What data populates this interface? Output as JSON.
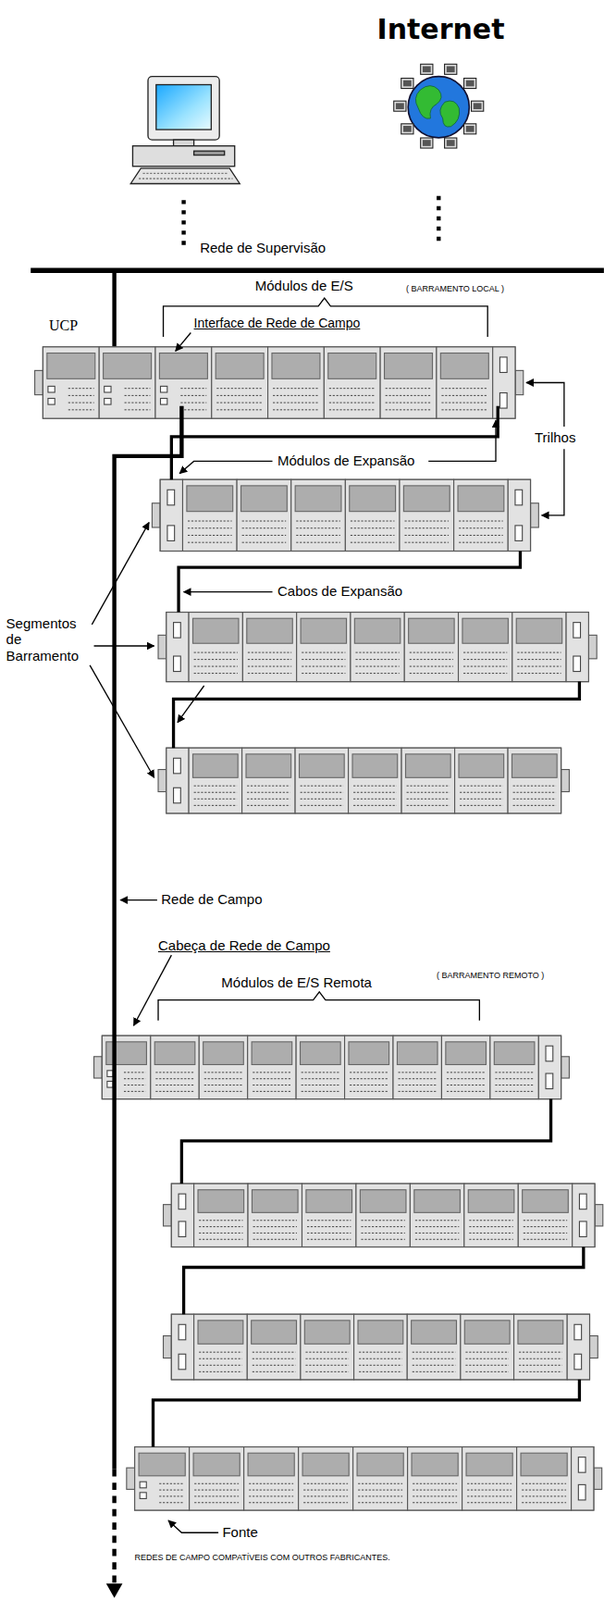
{
  "diagram": {
    "labels": [
      "Internet",
      "Rede de Supervisão",
      "Módulos de E/S",
      "( BARRAMENTO LOCAL )",
      "UCP",
      "Interface de Rede de Campo",
      "Módulos de Expansão",
      "Trilhos",
      "Cabos de Expansão",
      "Segmentos de Barramento",
      "Rede de Campo",
      "Cabeça de Rede de Campo",
      "Módulos de E/S Remota",
      "( BARRAMENTO REMOTO )",
      "Fonte",
      "REDES DE CAMPO COMPATÍVEIS COM OUTROS FABRICANTES."
    ]
  }
}
